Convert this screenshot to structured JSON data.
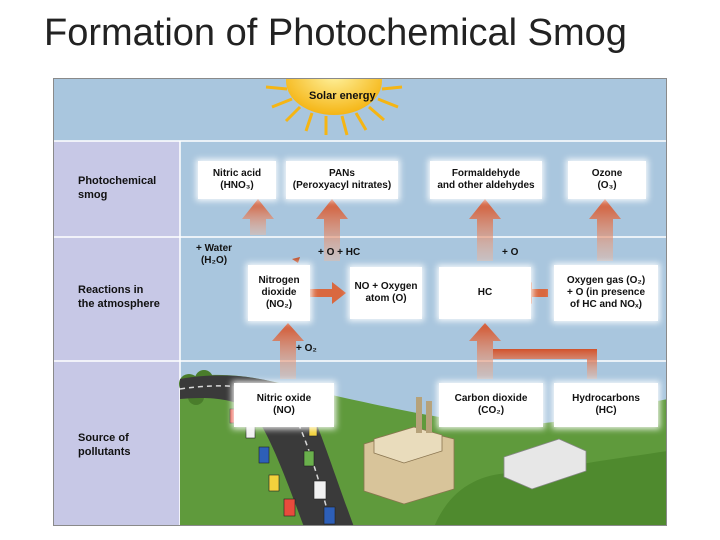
{
  "title": "Formation of Photochemical Smog",
  "sun": {
    "label": "Solar energy"
  },
  "rows": {
    "smog": {
      "line1": "Photochemical",
      "line2": "smog"
    },
    "reactions": {
      "line1": "Reactions in",
      "line2": "the atmosphere"
    },
    "source": {
      "line1": "Source of",
      "line2": "pollutants"
    }
  },
  "boxes": {
    "nitric_acid": {
      "line1": "Nitric acid",
      "line2": "(HNO₃)"
    },
    "pans": {
      "line1": "PANs",
      "line2": "(Peroxyacyl nitrates)"
    },
    "formaldehyde": {
      "line1": "Formaldehyde",
      "line2": "and other aldehydes"
    },
    "ozone": {
      "line1": "Ozone",
      "line2": "(O₃)"
    },
    "nitrogen_dioxide": {
      "line1": "Nitrogen",
      "line2": "dioxide",
      "line3": "(NO₂)"
    },
    "no_oxygen": {
      "line1": "NO + Oxygen",
      "line2": "atom (O)"
    },
    "hc": {
      "line1": "HC"
    },
    "oxygen_gas": {
      "line1": "Oxygen gas (O₂)",
      "line2": "+ O (in presence",
      "line3": "of HC and NOₓ)"
    },
    "nitric_oxide": {
      "line1": "Nitric oxide",
      "line2": "(NO)"
    },
    "carbon_dioxide": {
      "line1": "Carbon dioxide",
      "line2": "(CO₂)"
    },
    "hydrocarbons": {
      "line1": "Hydrocarbons",
      "line2": "(HC)"
    }
  },
  "annotations": {
    "water": {
      "line1": "+ Water",
      "line2": "(H₂O)"
    },
    "o_hc": "+ O + HC",
    "o": "+ O",
    "o2": "+ O₂"
  },
  "colors": {
    "sky": "#a9c6de",
    "label_column": "#c7c8e6",
    "arrow": "#d9683f",
    "sun": "#f6c21c",
    "grass": "#5f9a3c",
    "road": "#3a3a3a"
  }
}
